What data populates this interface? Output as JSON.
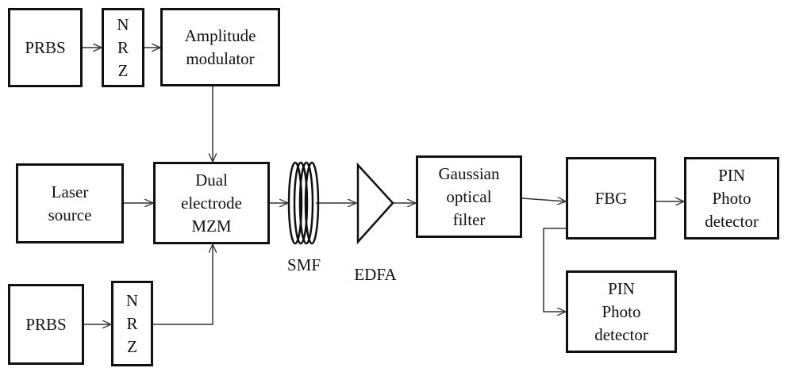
{
  "blocks": {
    "prbs_top": [
      "PRBS"
    ],
    "nrz_top": [
      "N",
      "R",
      "Z"
    ],
    "amplitude_modulator": [
      "Amplitude",
      "modulator"
    ],
    "laser_source": [
      "Laser",
      "source"
    ],
    "mzm": [
      "Dual",
      "electrode",
      "MZM"
    ],
    "prbs_bottom": [
      "PRBS"
    ],
    "nrz_bottom": [
      "N",
      "R",
      "Z"
    ],
    "gaussian_filter": [
      "Gaussian",
      "optical",
      "filter"
    ],
    "fbg": [
      "FBG"
    ],
    "pin_right": [
      "PIN",
      "Photo",
      "detector"
    ],
    "pin_bottom": [
      "PIN",
      "Photo",
      "detector"
    ]
  },
  "labels": {
    "smf": "SMF",
    "edfa": "EDFA"
  }
}
